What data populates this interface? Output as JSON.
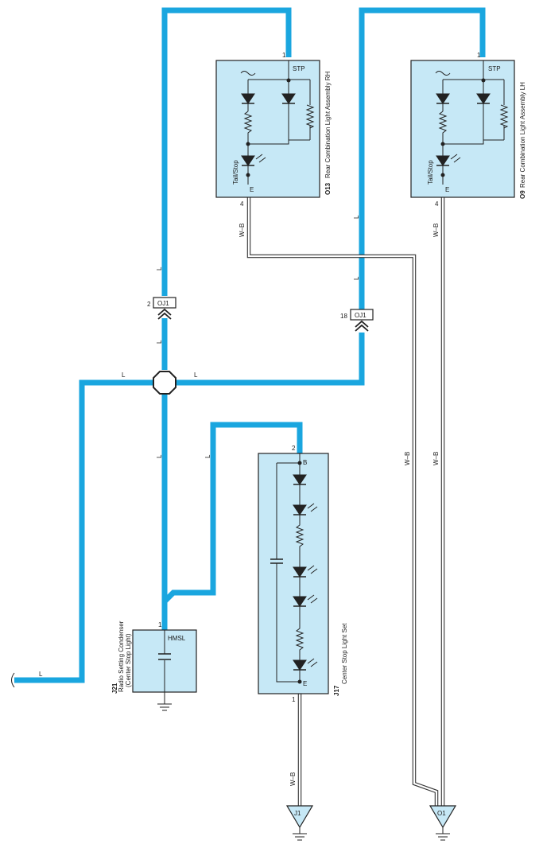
{
  "components": {
    "o13": {
      "code": "O13",
      "name": "Rear Combination Light Assembly RH",
      "pin_top": "1",
      "pin_bottom": "4",
      "term_top": "STP",
      "term_bottom": "E",
      "inner_label": "Tail/Stop"
    },
    "o9": {
      "code": "O9",
      "name": "Rear Combination Light Assembly LH",
      "pin_top": "1",
      "pin_bottom": "4",
      "term_top": "STP",
      "term_bottom": "E",
      "inner_label": "Tail/Stop"
    },
    "j17": {
      "code": "J17",
      "name": "Center Stop Light Set",
      "pin_top": "2",
      "pin_bottom": "1",
      "term_top": "B",
      "term_bottom": "E"
    },
    "j21": {
      "code": "J21",
      "name_line1": "Radio Setting Condenser",
      "name_line2": "(Center Stop Light)",
      "pin_top": "1",
      "term_top": "HMSL"
    }
  },
  "connectors": {
    "left": {
      "label": "OJ1",
      "pin": "2"
    },
    "right": {
      "label": "OJ1",
      "pin": "18"
    }
  },
  "grounds": {
    "j1": "J1",
    "o1": "O1"
  },
  "wire_labels": {
    "L": "L",
    "WB": "W–B"
  },
  "colors": {
    "wire_L": "#1aa6df",
    "box_fill": "#c6e8f6"
  }
}
